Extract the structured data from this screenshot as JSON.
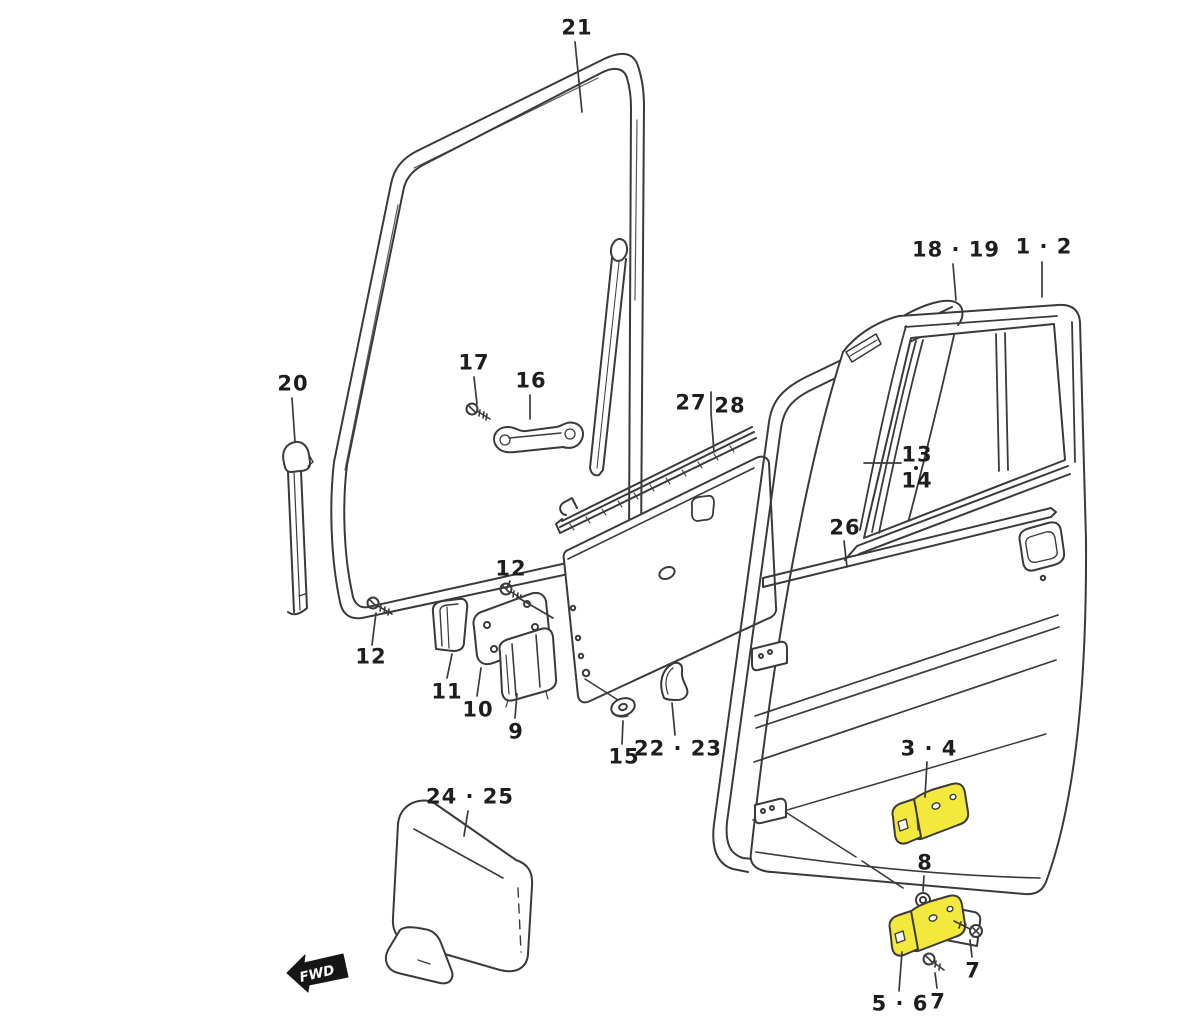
{
  "diagram": {
    "colors": {
      "background": "#ffffff",
      "line": "#3a3a3a",
      "highlight_yellow": "#f2e93c",
      "label_text": "#1e1e1e"
    },
    "fwd": {
      "text": "FWD"
    },
    "labels": [
      {
        "part": "21",
        "text": "21"
      },
      {
        "part": "20",
        "text": "20"
      },
      {
        "part": "17",
        "text": "17"
      },
      {
        "part": "16",
        "text": "16"
      },
      {
        "part": "27",
        "text": "27"
      },
      {
        "part": "28",
        "text": "28"
      },
      {
        "part": "18-19",
        "text": "18 · 19"
      },
      {
        "part": "1-2",
        "text": "1 · 2"
      },
      {
        "part": "13",
        "text": "13"
      },
      {
        "part": "14",
        "text": "14"
      },
      {
        "part": "26",
        "text": "26"
      },
      {
        "part": "12-upper",
        "text": "12"
      },
      {
        "part": "12-lower",
        "text": "12"
      },
      {
        "part": "11",
        "text": "11"
      },
      {
        "part": "10",
        "text": "10"
      },
      {
        "part": "9",
        "text": "9"
      },
      {
        "part": "15",
        "text": "15"
      },
      {
        "part": "22-23",
        "text": "22 · 23"
      },
      {
        "part": "24-25",
        "text": "24 · 25"
      },
      {
        "part": "3-4",
        "text": "3 · 4"
      },
      {
        "part": "8",
        "text": "8"
      },
      {
        "part": "7-right",
        "text": "7"
      },
      {
        "part": "7-bottom",
        "text": "7"
      },
      {
        "part": "5-6",
        "text": "5 · 6"
      }
    ]
  }
}
